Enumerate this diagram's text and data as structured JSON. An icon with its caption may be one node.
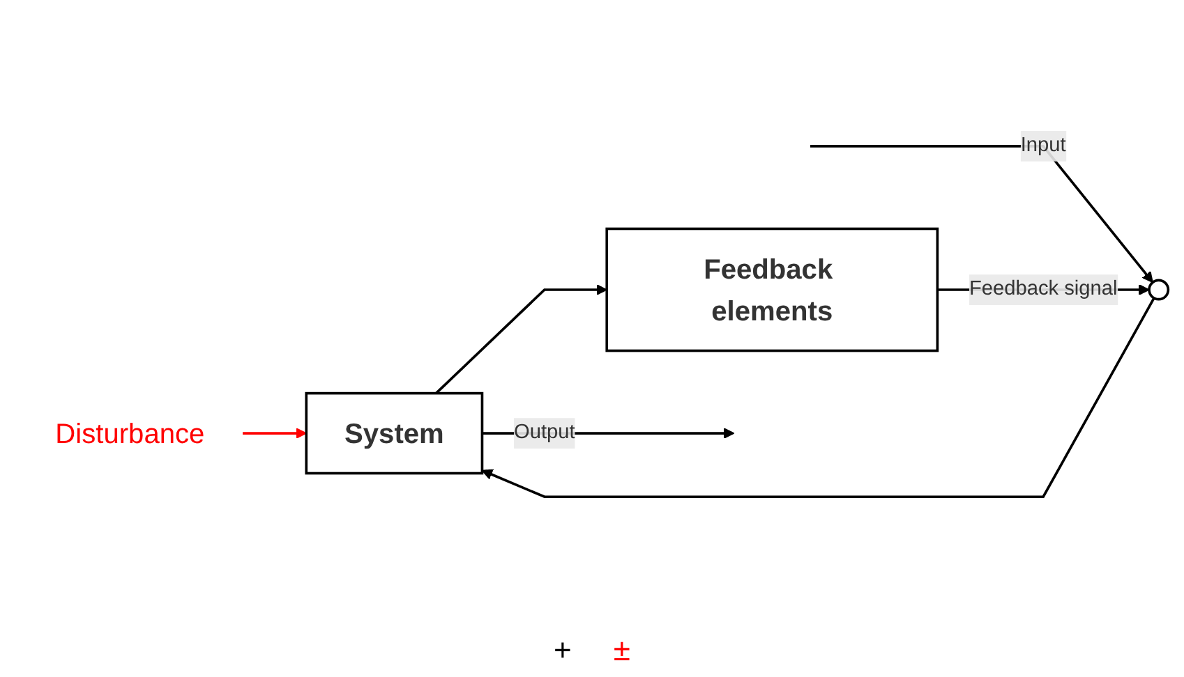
{
  "diagram": {
    "nodes": [
      {
        "text": [
          "Disturbance"
        ]
      },
      {
        "text": [],
        "shape": "circle"
      },
      {
        "text": [
          "System"
        ]
      },
      {
        "text": [
          "Feedback elements"
        ]
      }
    ],
    "edges": [
      {
        "from": 0,
        "to": 2,
        "arrow": "to",
        "color": "#ff0000"
      },
      {
        "from": null,
        "to": 1,
        "arrow": "to",
        "label": "Input"
      },
      {
        "from": 1,
        "to": 2,
        "arrow": "to"
      },
      {
        "from": 2,
        "to": null,
        "arrow": "to",
        "label": "Output"
      },
      {
        "from": 2,
        "to": 3,
        "arrow": "to"
      },
      {
        "from": 3,
        "to": 1,
        "arrow": "to",
        "label": "Feedback signal"
      }
    ],
    "labels": [
      "+",
      "±"
    ]
  }
}
